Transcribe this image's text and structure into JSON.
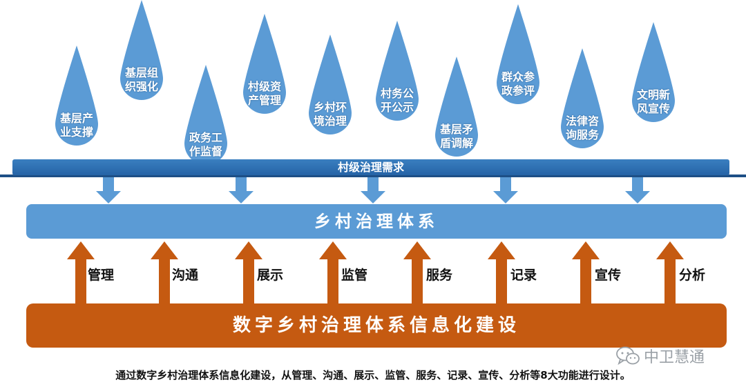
{
  "drops": [
    {
      "label": "基层产\n业支撑"
    },
    {
      "label": "基层组\n织强化"
    },
    {
      "label": "政务工\n作监督"
    },
    {
      "label": "村级资\n产管理"
    },
    {
      "label": "乡村环\n境治理"
    },
    {
      "label": "村务公\n开公示"
    },
    {
      "label": "基层矛\n盾调解"
    },
    {
      "label": "群众参\n政参评"
    },
    {
      "label": "法律咨\n询服务"
    },
    {
      "label": "文明新\n风宣传"
    }
  ],
  "demand_bar": {
    "label": "村级治理需求"
  },
  "system_bar": {
    "label": "乡村治理体系"
  },
  "functions": [
    {
      "label": "管理"
    },
    {
      "label": "沟通"
    },
    {
      "label": "展示"
    },
    {
      "label": "监管"
    },
    {
      "label": "服务"
    },
    {
      "label": "记录"
    },
    {
      "label": "宣传"
    },
    {
      "label": "分析"
    }
  ],
  "build_bar": {
    "label": "数字乡村治理体系信息化建设"
  },
  "caption": "通过数字乡村治理体系信息化建设，从管理、沟通、展示、监管、服务、记录、宣传、分析等8大功能进行设计。",
  "watermark": {
    "text": "中卫慧通",
    "icon": "wechat-icon"
  },
  "colors": {
    "drop": "#5b9bd5",
    "demand_bar": "#2563a6",
    "system_bar": "#5b9bd5",
    "build_bar": "#c55a11",
    "up_arrow": "#c55a11",
    "down_arrow": "#5b9bd5"
  }
}
